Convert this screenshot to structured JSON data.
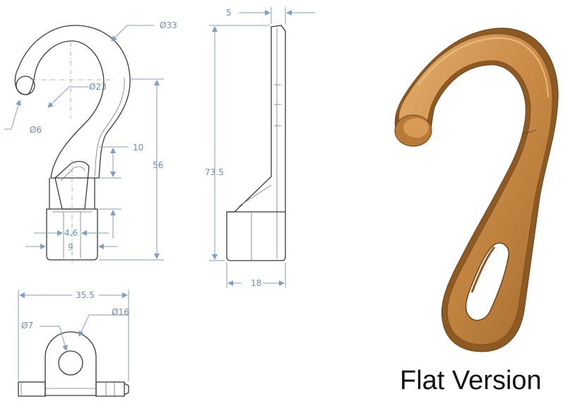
{
  "colors": {
    "outline": "#3a3a3a",
    "dimension": "#7f9fc2",
    "centerline": "#9a9a9a",
    "render_main": "#c98a45",
    "render_dark": "#8e5a24",
    "render_light": "#e7b57a",
    "caption": "#111111"
  },
  "front_view": {
    "d_outer": "Ø33",
    "d_inner": "Ø23",
    "d_tip": "Ø6",
    "h_gap": "10",
    "h_total": "56",
    "w_slot": "4.6",
    "w_base": "9"
  },
  "side_view": {
    "t_top": "5",
    "h_total": "73.5",
    "w_base": "18"
  },
  "bottom_view": {
    "w_total": "35.5",
    "d_outer": "Ø16",
    "d_hole": "Ø7"
  },
  "render": {
    "caption": "Flat Version"
  }
}
